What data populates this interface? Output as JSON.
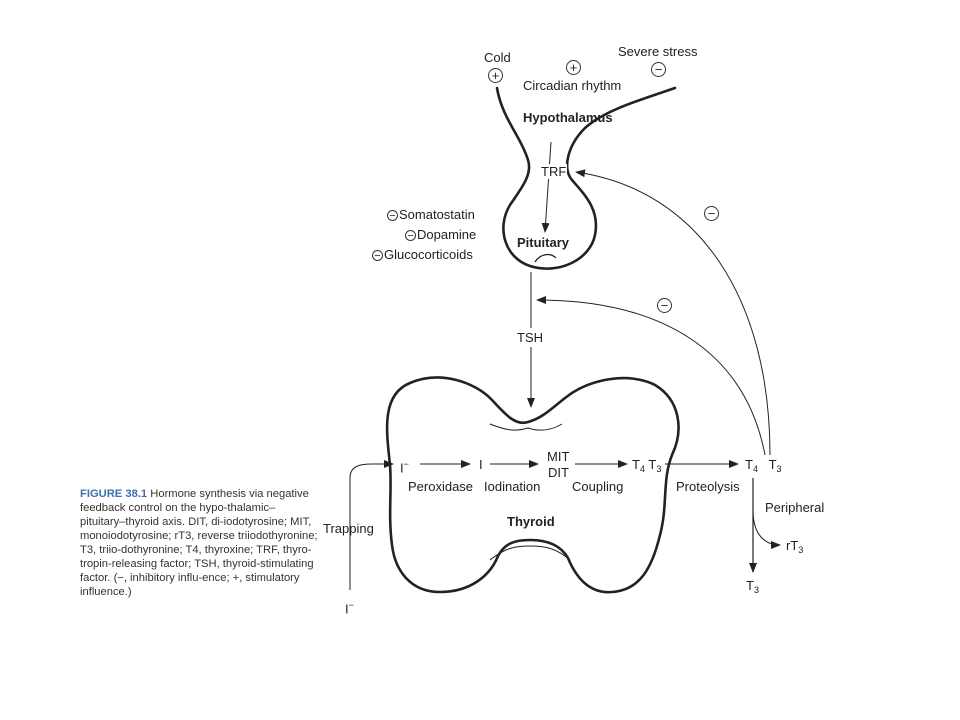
{
  "inputs": {
    "cold": "Cold",
    "circadian": "Circadian rhythm",
    "stress": "Severe stress",
    "plus": "+",
    "minus": "−"
  },
  "hypothalamus": "Hypothalamus",
  "trf": "TRF",
  "pituitary": "Pituitary",
  "inhibitors": [
    "Somatostatin",
    "Dopamine",
    "Glucocorticoids"
  ],
  "tsh": "TSH",
  "thyroid": "Thyroid",
  "pathway": {
    "iodide": "I",
    "iodide_sup": "−",
    "iodine": "I",
    "mit": "MIT",
    "dit": "DIT",
    "t4": "T",
    "t3": "T",
    "sub4": "4",
    "sub3": "3",
    "peroxidase": "Peroxidase",
    "iodination": "Iodination",
    "coupling": "Coupling",
    "proteolysis": "Proteolysis",
    "trapping": "Trapping",
    "peripheral": "Peripheral",
    "rt3_prefix": "rT"
  },
  "caption": {
    "figure": "FIGURE 38.1",
    "text": "Hormone synthesis via negative feedback control on the hypo-thalamic–pituitary–thyroid axis. DIT, di-iodotyrosine; MIT, monoiodotyrosine; rT3, reverse triiodothyronine; T3, triio-dothyronine; T4, thyroxine; TRF, thyro-tropin-releasing factor; TSH, thyroid-stimulating factor. (−, inhibitory influ-ence; +, stimulatory influence.)"
  }
}
